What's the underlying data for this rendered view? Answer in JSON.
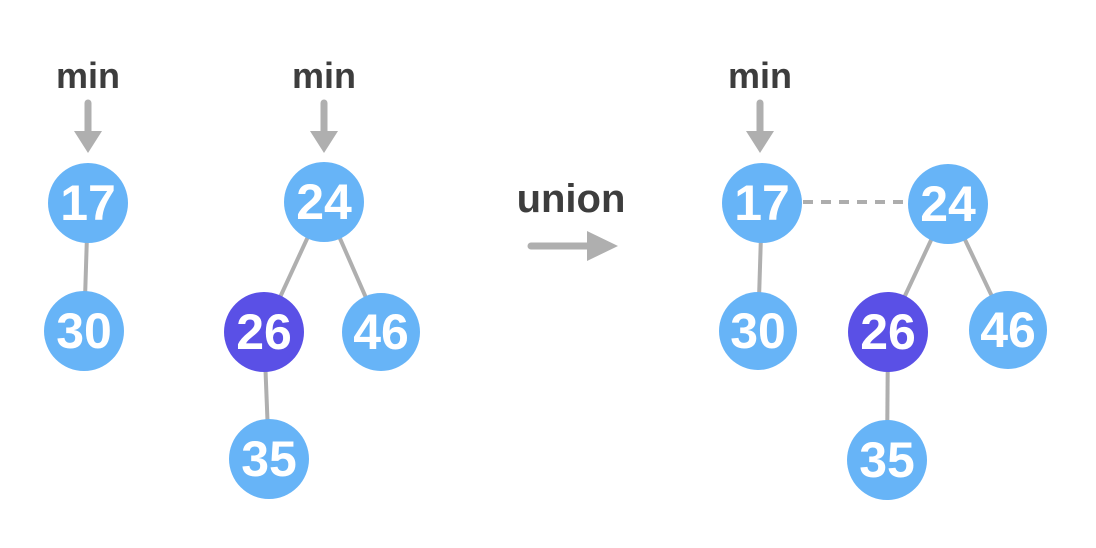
{
  "colors": {
    "background": "#FFFFFF",
    "node_fill": "#67B4F7",
    "highlight_fill": "#5A50E6",
    "node_text": "#FFFFFF",
    "edge": "#AFAFAF",
    "dashed_edge": "#ADADAD",
    "label_text": "#3D3D3D",
    "arrow": "#AFAFAF"
  },
  "labels": {
    "min": "min",
    "union": "union"
  },
  "heap_a": {
    "n17": "17",
    "n30": "30",
    "edges": [
      [
        "17",
        "30"
      ]
    ],
    "min_points_to": "17"
  },
  "heap_b": {
    "n24": "24",
    "n26": "26",
    "n46": "46",
    "n35": "35",
    "edges": [
      [
        "24",
        "26"
      ],
      [
        "24",
        "46"
      ],
      [
        "26",
        "35"
      ]
    ],
    "highlighted_node": "26",
    "min_points_to": "24"
  },
  "heap_result": {
    "n17": "17",
    "n30": "30",
    "n24": "24",
    "n26": "26",
    "n46": "46",
    "n35": "35",
    "edges": [
      [
        "17",
        "30"
      ],
      [
        "24",
        "26"
      ],
      [
        "24",
        "46"
      ],
      [
        "26",
        "35"
      ]
    ],
    "dashed_link": [
      "17",
      "24"
    ],
    "highlighted_node": "26",
    "min_points_to": "17"
  }
}
